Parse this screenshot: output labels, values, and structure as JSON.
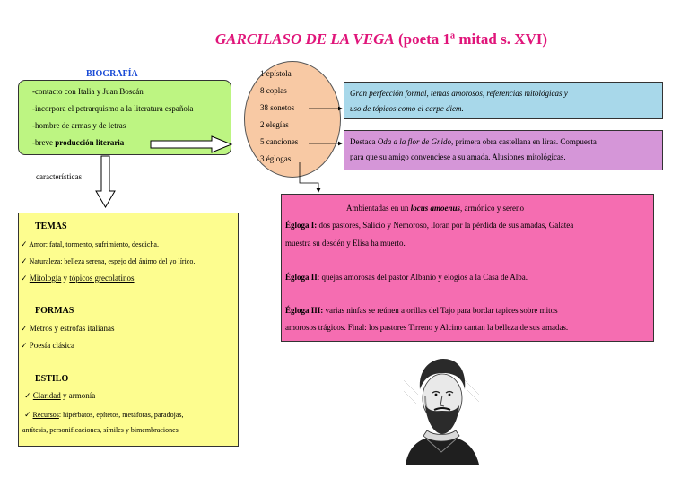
{
  "title": {
    "italic": "GARCILASO DE LA VEGA",
    "rest": " (poeta 1ª mitad s. XVI)"
  },
  "biografia": {
    "heading": "BIOGRAFÍA",
    "lines": [
      "-contacto con Italia y Juan Boscán",
      "-incorpora el petrarquismo a la literatura española",
      "-hombre de armas y de letras"
    ],
    "last_prefix": "-breve ",
    "last_bold": "producción literaria"
  },
  "caracteristicas_label": "características",
  "produccion": [
    "1 epístola",
    "8 coplas",
    "38 sonetos",
    "2 elegías",
    "5 canciones",
    "3 églogas"
  ],
  "sonetos_box": {
    "line1": "Gran perfección formal, temas amorosos, referencias mitológicas y",
    "line2": "uso de tópicos como el carpe diem."
  },
  "canciones_box": {
    "prefix": "Destaca ",
    "italic": "Oda a la flor de Gnido",
    "line1_rest": ", primera obra castellana en liras. Compuesta",
    "line2": "para que su amigo convenciese a su amada. Alusiones mitológicas."
  },
  "eglogas_box": {
    "intro_prefix": "Ambientadas en un ",
    "intro_bold": "locus amoenus",
    "intro_suffix": ", armónico y sereno",
    "e1_label": "Égloga I:",
    "e1_line1": " dos pastores, Salicio y Nemoroso, lloran por la pérdida de sus amadas, Galatea",
    "e1_line2": "muestra su desdén y Elisa ha muerto.",
    "e2_label": "Égloga II",
    "e2_text": ": quejas amorosas del pastor Albanio y elogios a la Casa de Alba.",
    "e3_label": "Égloga III:",
    "e3_line1": " varias ninfas se reúnen a orillas del Tajo para bordar tapices sobre  mitos",
    "e3_line2": "amorosos trágicos. Final: los pastores Tirreno y Alcino cantan la belleza de sus amadas."
  },
  "caracteristicas_box": {
    "temas_title": "TEMAS",
    "amor_label": "Amor",
    "amor_text": ": fatal, tormento, sufrimiento, desdicha.",
    "naturaleza_label": "Naturaleza",
    "naturaleza_text": ": belleza serena, espejo del ánimo del yo lírico.",
    "mitologia_label": "Mitología",
    "mitologia_mid": " y ",
    "topicos_label": "tópicos grecolatinos",
    "formas_title": "FORMAS",
    "formas_items": [
      "Metros y estrofas italianas",
      "Poesía clásica"
    ],
    "estilo_title": "ESTILO",
    "claridad_label": "Claridad",
    "claridad_text": " y armonía",
    "recursos_label": "Recursos",
    "recursos_text": ": hipérbatos, epítetos, metáforas, paradojas,",
    "recursos_line2": "antítesis, personificaciones, símiles y bimembraciones"
  },
  "colors": {
    "title": "#e0157a",
    "biografia_bg": "#bdf582",
    "oval_bg": "#f8c9a4",
    "sonetos_bg": "#a8d8ea",
    "canciones_bg": "#d596d8",
    "eglogas_bg": "#f56db1",
    "caracteristicas_bg": "#fdfd8f"
  }
}
